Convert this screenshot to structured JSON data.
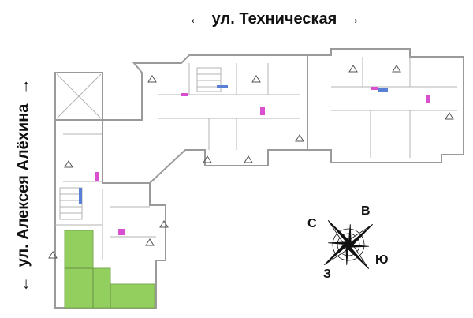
{
  "streets": {
    "top": "ул. Техническая",
    "left": "ул. Алексея Алёхина"
  },
  "arrows": {
    "left": "←",
    "right": "→"
  },
  "compass": {
    "north": "С",
    "east": "В",
    "south": "Ю",
    "west": "З"
  },
  "colors": {
    "wall": "#9a9a9a",
    "highlight_unit": "#92cf5f",
    "accent_pink": "#d84fd0",
    "accent_blue": "#5a7fd6"
  }
}
